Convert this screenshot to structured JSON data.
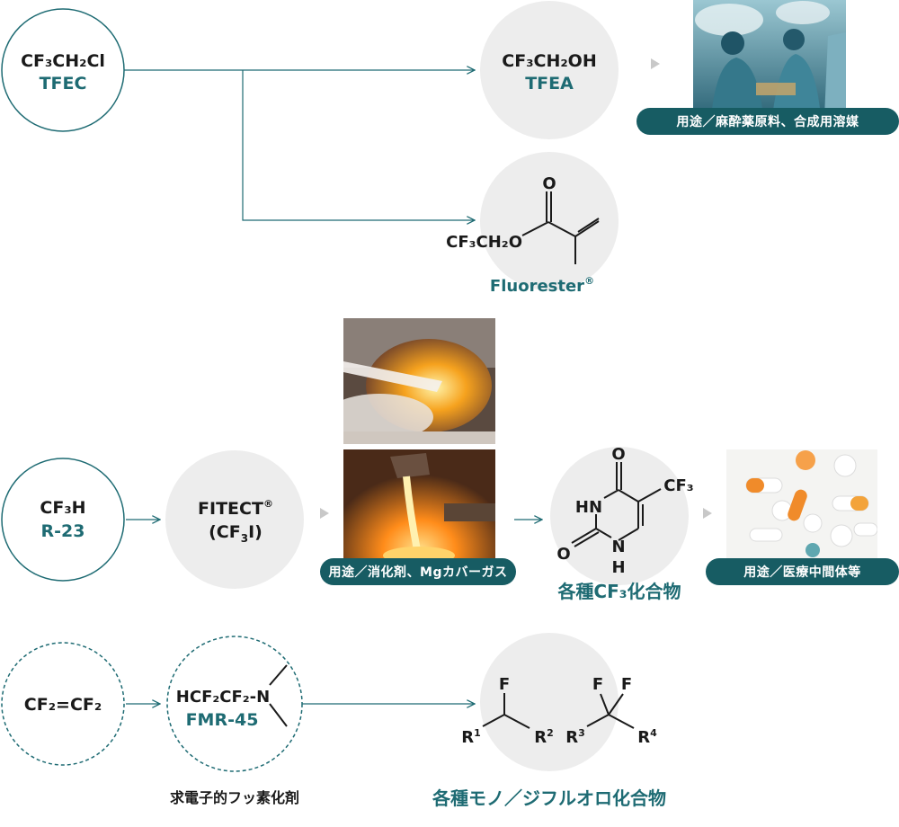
{
  "row1": {
    "start": {
      "formula": "CF₃CH₂Cl",
      "code": "TFEC"
    },
    "product1": {
      "formula": "CF₃CH₂OH",
      "code": "TFEA"
    },
    "product1_usage": "用途／麻酔薬原料、合成用溶媒",
    "product2": {
      "molecule_o": "O",
      "molecule_ester_o": "CF₃CH₂O",
      "name": "Fluorester",
      "mark": "®"
    }
  },
  "row2": {
    "start": {
      "formula": "CF₃H",
      "code": "R-23"
    },
    "product1": {
      "name": "FITECT",
      "mark": "®",
      "formula_a": "(CF",
      "formula_sub": "3",
      "formula_b": "I)"
    },
    "product1_usage": "用途／消化剤、Mgカバーガス",
    "product2": {
      "atom_o_top": "O",
      "atom_o_left": "O",
      "atom_nh_top": "HN",
      "atom_n_bottom": "N",
      "atom_h_bottom": "H",
      "group_cf3": "CF₃",
      "name": "各種CF₃化合物"
    },
    "product2_usage": "用途／医療中間体等"
  },
  "row3": {
    "start": {
      "formula": "CF₂=CF₂"
    },
    "reagent": {
      "formula": "HCF₂CF₂-N",
      "code": "FMR-45",
      "caption": "求電子的フッ素化剤"
    },
    "product": {
      "f1": "F",
      "r1": "R",
      "r1_sup": "1",
      "r2": "R",
      "r2_sup": "2",
      "f2a": "F",
      "f2b": "F",
      "r3": "R",
      "r3_sup": "3",
      "r4": "R",
      "r4_sup": "4",
      "name": "各種モノ／ジフルオロ化合物"
    }
  },
  "colors": {
    "teal": "#1e6b73",
    "pill": "#175c63",
    "circle_fill": "#ededed",
    "line": "#1e6b73"
  }
}
